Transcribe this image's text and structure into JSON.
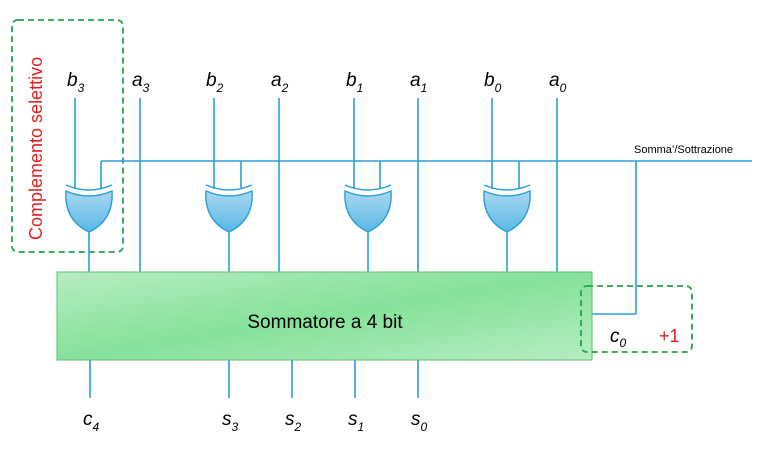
{
  "inputs": [
    {
      "letter": "b",
      "index": "3"
    },
    {
      "letter": "a",
      "index": "3"
    },
    {
      "letter": "b",
      "index": "2"
    },
    {
      "letter": "a",
      "index": "2"
    },
    {
      "letter": "b",
      "index": "1"
    },
    {
      "letter": "a",
      "index": "1"
    },
    {
      "letter": "b",
      "index": "0"
    },
    {
      "letter": "a",
      "index": "0"
    }
  ],
  "outputs": [
    {
      "letter": "c",
      "index": "4"
    },
    {
      "letter": "s",
      "index": "3"
    },
    {
      "letter": "s",
      "index": "2"
    },
    {
      "letter": "s",
      "index": "1"
    },
    {
      "letter": "s",
      "index": "0"
    }
  ],
  "control_label": "Somma’/Sottrazione",
  "adder_label": "Sommatore a 4 bit",
  "carry_in": {
    "letter": "c",
    "index": "0"
  },
  "plus_one_label": "+1",
  "selective_complement_label": "Complemento selettivo",
  "colors": {
    "wire": "#2a9fd6",
    "adder_fill": "#8fe3a3",
    "dashed_box": "#22a447",
    "annotation": "#e02020"
  }
}
